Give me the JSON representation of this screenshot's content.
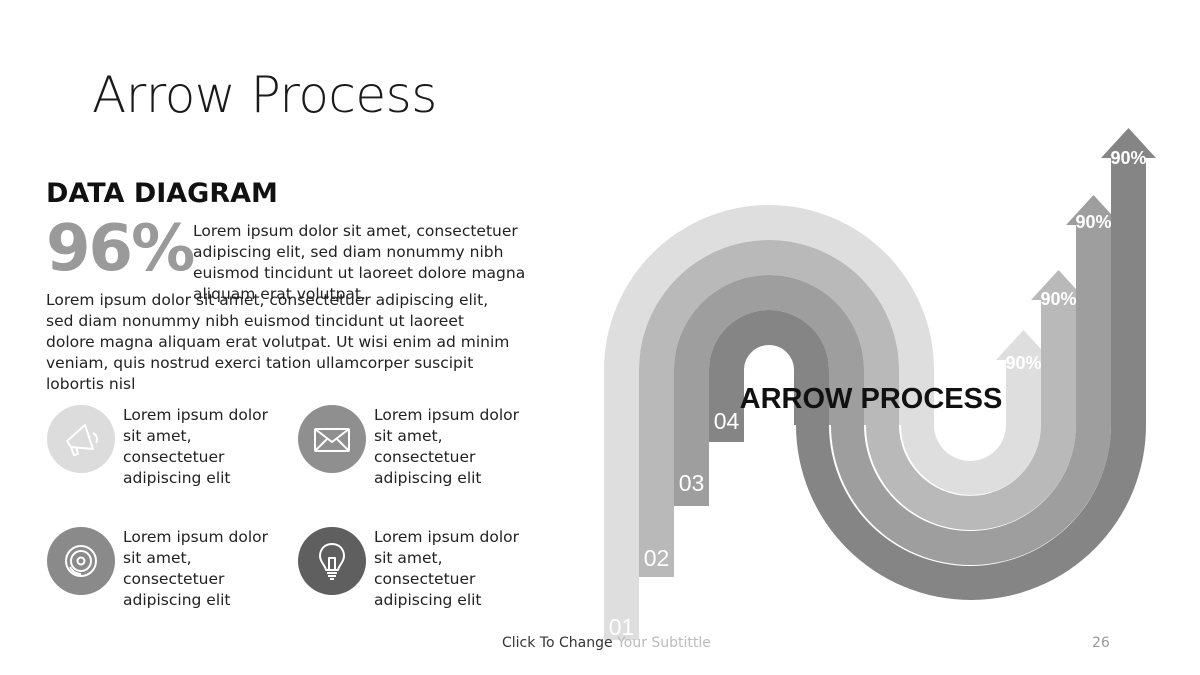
{
  "slide": {
    "title": "Arrow Process",
    "heading": "DATA DIAGRAM",
    "big_percent": "96%",
    "paragraph_1": "Lorem ipsum dolor sit amet, consectetuer adipiscing elit, sed diam nonummy nibh euismod tincidunt ut laoreet dolore magna aliquam erat volutpat.",
    "paragraph_2": "Lorem ipsum dolor sit amet, consectetuer adipiscing elit, sed diam nonummy nibh euismod tincidunt ut laoreet dolore magna aliquam erat volutpat. Ut wisi enim ad minim veniam, quis nostrud exerci tation ullamcorper suscipit lobortis nisl"
  },
  "features": [
    {
      "icon": "megaphone-icon",
      "color": "#dcdcdc",
      "text": "Lorem ipsum dolor sit amet, consectetuer adipiscing elit"
    },
    {
      "icon": "envelope-icon",
      "color": "#8f8f8f",
      "text": "Lorem ipsum dolor sit amet, consectetuer adipiscing elit"
    },
    {
      "icon": "disc-icon",
      "color": "#8a8a8a",
      "text": "Lorem ipsum dolor sit amet, consectetuer adipiscing elit"
    },
    {
      "icon": "lightbulb-icon",
      "color": "#5f5f5f",
      "text": "Lorem ipsum dolor sit amet, consectetuer adipiscing elit"
    }
  ],
  "diagram": {
    "center_label": "ARROW PROCESS",
    "steps": [
      {
        "number": "01",
        "percent": "90%",
        "color": "#dedede"
      },
      {
        "number": "02",
        "percent": "90%",
        "color": "#b9b9b9"
      },
      {
        "number": "03",
        "percent": "90%",
        "color": "#9e9e9e"
      },
      {
        "number": "04",
        "percent": "90%",
        "color": "#858585"
      }
    ]
  },
  "footer": {
    "subtitle_dark": "Click To Change ",
    "subtitle_faded": "Your Subtittle",
    "page_number": "26"
  }
}
